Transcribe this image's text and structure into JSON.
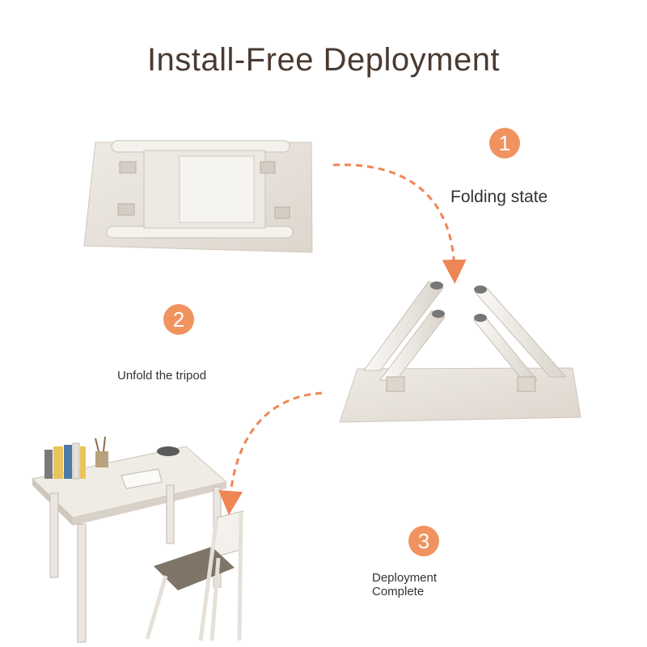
{
  "title": "Install-Free Deployment",
  "steps": [
    {
      "number": "1",
      "label": "Folding state"
    },
    {
      "number": "2",
      "label": "Unfold the tripod"
    },
    {
      "number": "3",
      "label_line1": "Deployment",
      "label_line2": "Complete"
    }
  ],
  "colors": {
    "accent": "#f0935f",
    "title": "#4a3a30",
    "table": "#e9e4dd",
    "leg": "#f4f1ec"
  }
}
